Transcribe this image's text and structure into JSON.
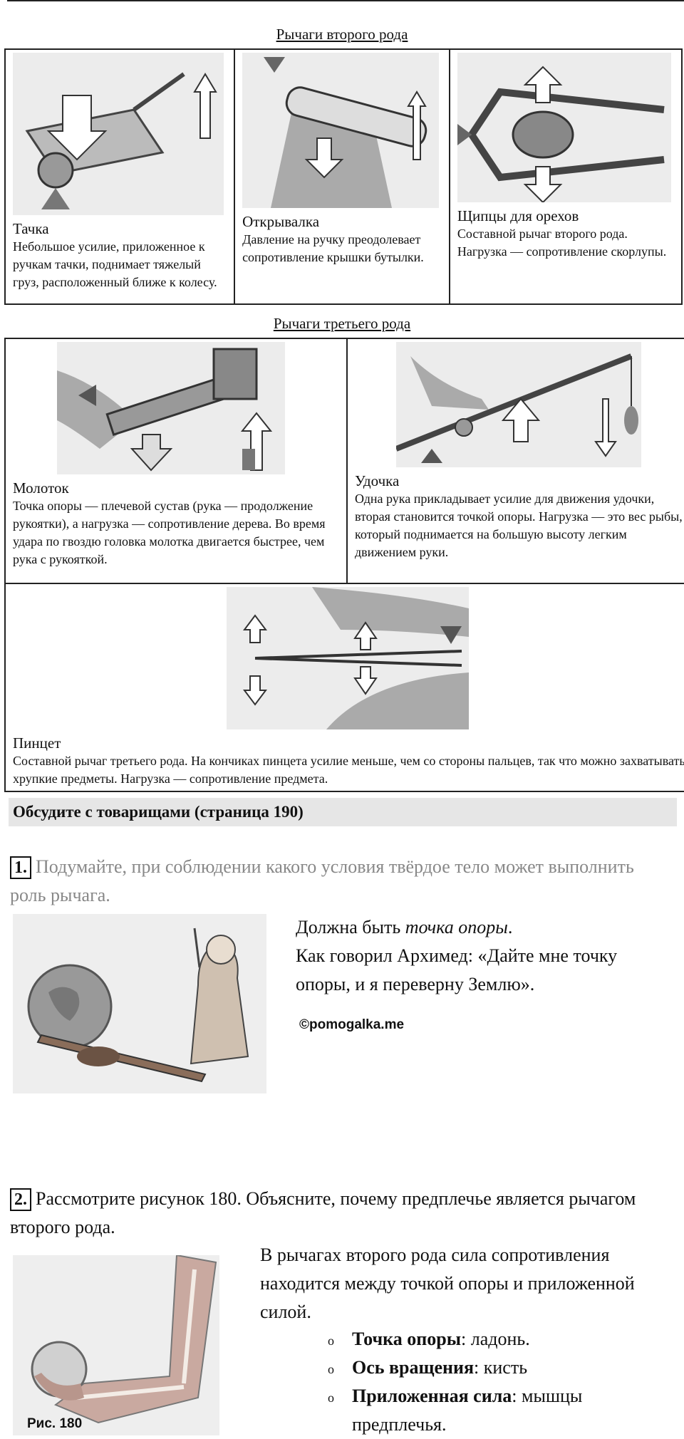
{
  "second_class": {
    "title": "Рычаги второго рода",
    "items": [
      {
        "name": "Тачка",
        "desc": "Небольшое усилие, приложенное к ручкам тачки, поднимает тяжелый груз, расположенный ближе к колесу."
      },
      {
        "name": "Открывалка",
        "desc": "Давление на ручку преодолевает сопротивление крышки бутылки."
      },
      {
        "name": "Щипцы для орехов",
        "desc": "Составной рычаг второго рода. Нагрузка — сопротивление скорлупы."
      }
    ]
  },
  "third_class": {
    "title": "Рычаги третьего рода",
    "items": [
      {
        "name": "Молоток",
        "desc": "Точка опоры — плечевой сустав (рука — продолжение рукоятки), а нагрузка — сопротивление дерева. Во время удара по гвоздю головка молотка двигается быстрее, чем рука с рукояткой."
      },
      {
        "name": "Удочка",
        "desc": "Одна рука прикладывает усилие для движения удочки, вторая становится точкой опоры. Нагрузка — это вес рыбы, который поднимается на большую высоту легким движением руки."
      },
      {
        "name": "Пинцет",
        "desc": "Составной рычаг третьего рода. На кончиках пинцета усилие меньше, чем со стороны пальцев, так что можно захватывать хрупкие предметы. Нагрузка — сопротивление предмета."
      }
    ]
  },
  "discuss": {
    "heading": "Обсудите с товарищами (страница 190)"
  },
  "q1": {
    "number": "1.",
    "text": "Подумайте, при соблюдении какого условия твёрдое тело может выполнить роль рычага.",
    "answer_lead": "Должна быть ",
    "answer_em": "точка опоры",
    "answer_end": ".",
    "answer_quote": "Как говорил Архимед: «Дайте мне точку опоры, и я переверну Землю».",
    "credit": "©pomogalka.me"
  },
  "q2": {
    "number": "2.",
    "text": "Рассмотрите рисунок 180. Объясните, почему предплечье является рычагом второго рода.",
    "answer": "В рычагах второго рода сила сопротивления находится между точкой опоры и приложенной силой.",
    "bullets": [
      {
        "term": "Точка опоры",
        "value": ": ладонь."
      },
      {
        "term": "Ось вращения",
        "value": ": кисть"
      },
      {
        "term": "Приложенная сила",
        "value": ": мышцы предплечья."
      }
    ],
    "figure_label": "Рис. 180"
  }
}
